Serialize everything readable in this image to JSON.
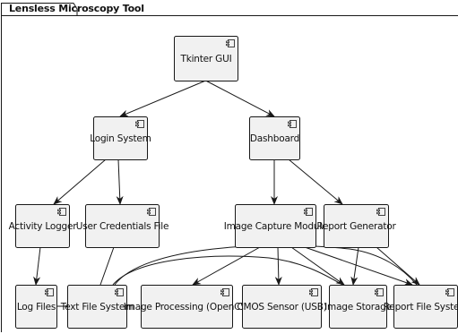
{
  "frame": {
    "title": "Lensless Microscopy Tool"
  },
  "colors": {
    "node_fill": "#F1F1F1",
    "node_stroke": "#181818",
    "edge": "#181818"
  },
  "nodes": [
    {
      "id": "tkinter-gui",
      "label": "Tkinter GUI",
      "icon": "component-icon"
    },
    {
      "id": "login-system",
      "label": "Login System",
      "icon": "component-icon"
    },
    {
      "id": "dashboard",
      "label": "Dashboard",
      "icon": "component-icon"
    },
    {
      "id": "activity-logger",
      "label": "Activity Logger",
      "icon": "component-icon"
    },
    {
      "id": "user-credentials-file",
      "label": "User Credentials File",
      "icon": "component-icon"
    },
    {
      "id": "image-capture-module",
      "label": "Image Capture Module",
      "icon": "component-icon"
    },
    {
      "id": "report-generator",
      "label": "Report Generator",
      "icon": "component-icon"
    },
    {
      "id": "log-files",
      "label": "Log Files",
      "icon": "component-icon"
    },
    {
      "id": "text-file-system",
      "label": "Text File System",
      "icon": "component-icon"
    },
    {
      "id": "image-processing",
      "label": "Image Processing (OpenCV)",
      "icon": "component-icon"
    },
    {
      "id": "cmos-sensor",
      "label": "CMOS Sensor (USB)",
      "icon": "component-icon"
    },
    {
      "id": "image-storage",
      "label": "Image Storage",
      "icon": "component-icon"
    },
    {
      "id": "report-file-system",
      "label": "Report File System",
      "icon": "component-icon"
    }
  ],
  "edges": [
    {
      "from": "tkinter-gui",
      "to": "login-system",
      "arrow": true
    },
    {
      "from": "tkinter-gui",
      "to": "dashboard",
      "arrow": true
    },
    {
      "from": "login-system",
      "to": "activity-logger",
      "arrow": true
    },
    {
      "from": "login-system",
      "to": "user-credentials-file",
      "arrow": true
    },
    {
      "from": "dashboard",
      "to": "image-capture-module",
      "arrow": true
    },
    {
      "from": "dashboard",
      "to": "report-generator",
      "arrow": true
    },
    {
      "from": "activity-logger",
      "to": "log-files",
      "arrow": true
    },
    {
      "from": "user-credentials-file",
      "to": "text-file-system",
      "arrow": false
    },
    {
      "from": "log-files",
      "to": "text-file-system",
      "arrow": false
    },
    {
      "from": "image-capture-module",
      "to": "image-processing",
      "arrow": true
    },
    {
      "from": "image-capture-module",
      "to": "cmos-sensor",
      "arrow": true
    },
    {
      "from": "image-capture-module",
      "to": "image-storage",
      "arrow": true
    },
    {
      "from": "image-capture-module",
      "to": "report-file-system",
      "arrow": true
    },
    {
      "from": "report-generator",
      "to": "image-storage",
      "arrow": true
    },
    {
      "from": "report-generator",
      "to": "report-file-system",
      "arrow": true
    },
    {
      "from": "text-file-system",
      "to": "image-storage",
      "arrow": false
    },
    {
      "from": "text-file-system",
      "to": "report-file-system",
      "arrow": false
    }
  ]
}
